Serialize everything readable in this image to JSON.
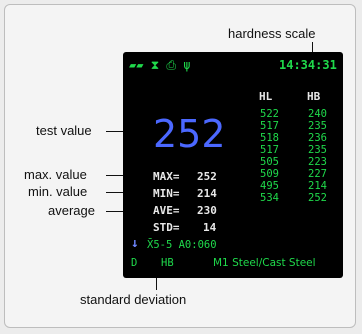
{
  "labels": {
    "hardness_scale": "hardness scale",
    "test_value": "test value",
    "max_value": "max. value",
    "min_value": "min. value",
    "average": "average",
    "std_dev": "standard deviation"
  },
  "screen": {
    "time": "14:34:31",
    "main_value": "252",
    "col_hl": "HL",
    "col_hb": "HB",
    "rows": [
      {
        "hl": "522",
        "hb": "240"
      },
      {
        "hl": "517",
        "hb": "235"
      },
      {
        "hl": "518",
        "hb": "236"
      },
      {
        "hl": "517",
        "hb": "235"
      },
      {
        "hl": "505",
        "hb": "223"
      },
      {
        "hl": "509",
        "hb": "227"
      },
      {
        "hl": "495",
        "hb": "214"
      },
      {
        "hl": "534",
        "hb": "252"
      }
    ],
    "max_label": "MAX=",
    "max_val": "252",
    "min_label": "MIN=",
    "min_val": "214",
    "ave_label": "AVE=",
    "ave_val": "230",
    "std_label": "STD=",
    "std_val": "14",
    "status1": "X̄5-5  A0:060",
    "d_label": "D",
    "hb_label": "HB",
    "material": "M1 Steel/Cast Steel"
  },
  "colors": {
    "screen_green": "#1fd94b",
    "screen_blue": "#4b68ff"
  }
}
